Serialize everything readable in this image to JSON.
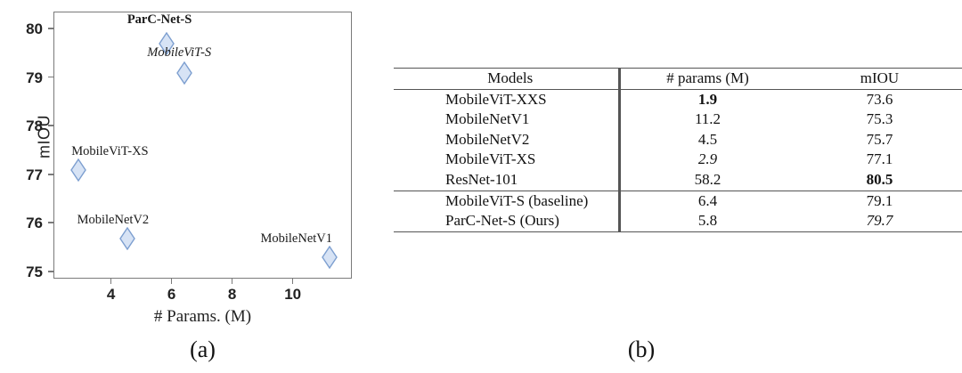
{
  "figure": {
    "panel_a_caption": "(a)",
    "panel_b_caption": "(b)"
  },
  "chart_data": {
    "type": "scatter",
    "title": "",
    "xlabel": "# Params. (M)",
    "ylabel": "mIOU",
    "xlim": [
      2.1,
      11.95
    ],
    "ylim": [
      74.85,
      80.35
    ],
    "xticks": [
      4,
      6,
      8,
      10
    ],
    "xtick_labels": [
      "4",
      "6",
      "8",
      "10"
    ],
    "yticks": [
      75,
      76,
      77,
      78,
      79,
      80
    ],
    "ytick_labels": [
      "75",
      "76",
      "77",
      "78",
      "79",
      "80"
    ],
    "grid": false,
    "legend": "none",
    "marker": "diamond",
    "marker_fill": "#d7e3f5",
    "marker_edge": "#7d9fd0",
    "points": [
      {
        "label": "ParC-Net-S",
        "x": 5.8,
        "y": 79.7,
        "style": "bold",
        "label_dx": -44,
        "label_dy": -34
      },
      {
        "label": "MobileViT-S",
        "x": 6.4,
        "y": 79.1,
        "style": "italic",
        "label_dx": -42,
        "label_dy": -30
      },
      {
        "label": "MobileViT-XS",
        "x": 2.9,
        "y": 77.1,
        "style": "normal",
        "label_dx": -8,
        "label_dy": -28
      },
      {
        "label": "MobileNetV2",
        "x": 4.5,
        "y": 75.7,
        "style": "normal",
        "label_dx": -56,
        "label_dy": -28
      },
      {
        "label": "MobileNetV1",
        "x": 11.2,
        "y": 75.3,
        "style": "normal",
        "label_dx": -78,
        "label_dy": -28
      }
    ]
  },
  "table": {
    "columns": [
      "Models",
      "# params (M)",
      "mIOU"
    ],
    "groups": [
      {
        "rows": [
          {
            "model": "MobileViT-XXS",
            "params": "1.9",
            "params_style": "bold",
            "miou": "73.6",
            "miou_style": "normal"
          },
          {
            "model": "MobileNetV1",
            "params": "11.2",
            "params_style": "normal",
            "miou": "75.3",
            "miou_style": "normal"
          },
          {
            "model": "MobileNetV2",
            "params": "4.5",
            "params_style": "normal",
            "miou": "75.7",
            "miou_style": "normal"
          },
          {
            "model": "MobileViT-XS",
            "params": "2.9",
            "params_style": "italic",
            "miou": "77.1",
            "miou_style": "normal"
          },
          {
            "model": "ResNet-101",
            "params": "58.2",
            "params_style": "normal",
            "miou": "80.5",
            "miou_style": "bold"
          }
        ]
      },
      {
        "rows": [
          {
            "model": "MobileViT-S (baseline)",
            "params": "6.4",
            "params_style": "normal",
            "miou": "79.1",
            "miou_style": "normal"
          },
          {
            "model": "ParC-Net-S (Ours)",
            "params": "5.8",
            "params_style": "normal",
            "miou": "79.7",
            "miou_style": "italic"
          }
        ]
      }
    ]
  }
}
